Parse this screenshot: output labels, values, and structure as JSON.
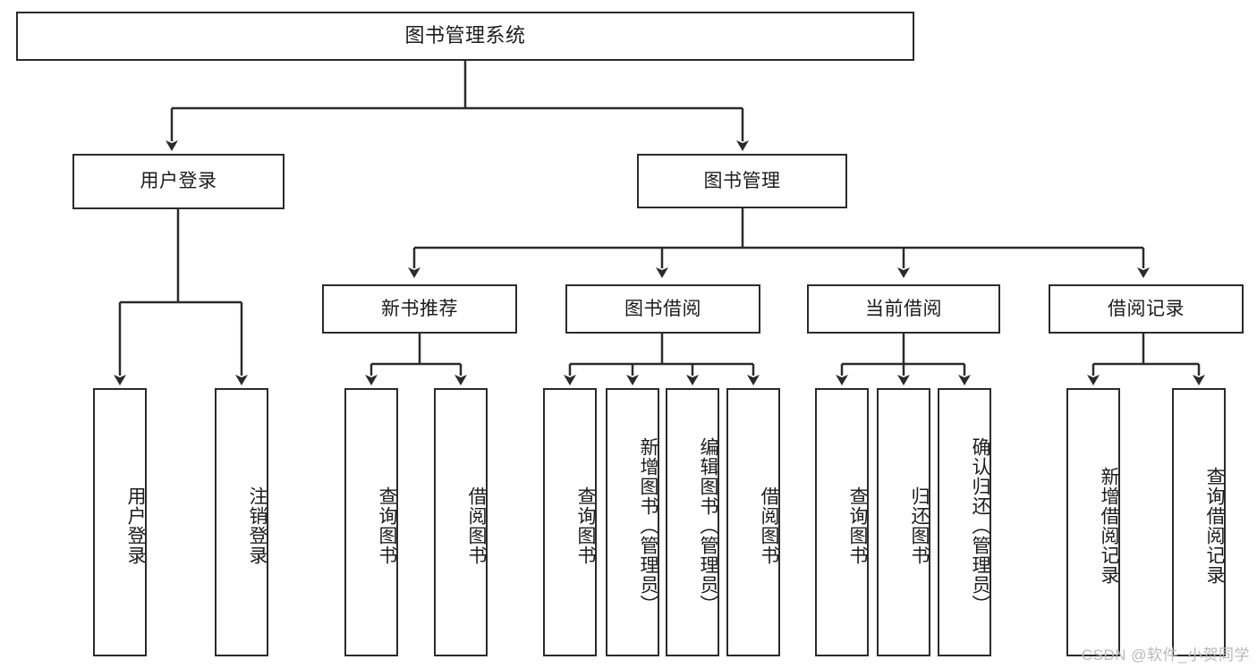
{
  "diagram": {
    "title": "图书管理系统",
    "watermark": "CSDN @软件_小贺同学",
    "level2": {
      "user_login": "用户登录",
      "book_manage": "图书管理"
    },
    "level3": {
      "new_book_recommend": "新书推荐",
      "book_borrow": "图书借阅",
      "current_borrow": "当前借阅",
      "borrow_record": "借阅记录"
    },
    "leaves": {
      "user_login_leaf": "用户登录",
      "logout_leaf": "注销登录",
      "query_book_a": "查询图书",
      "borrow_book_a": "借阅图书",
      "query_book_b": "查询图书",
      "add_book_admin": "新增图书（管理员）",
      "edit_book_admin": "编辑图书（管理员）",
      "borrow_book_b": "借阅图书",
      "query_book_c": "查询图书",
      "return_book": "归还图书",
      "confirm_return_admin": "确认归还（管理员）",
      "add_borrow_record": "新增借阅记录",
      "query_borrow_record": "查询借阅记录"
    }
  },
  "colors": {
    "stroke": "#2b2b2b",
    "background": "#ffffff",
    "watermark": "#b9b9b9"
  }
}
